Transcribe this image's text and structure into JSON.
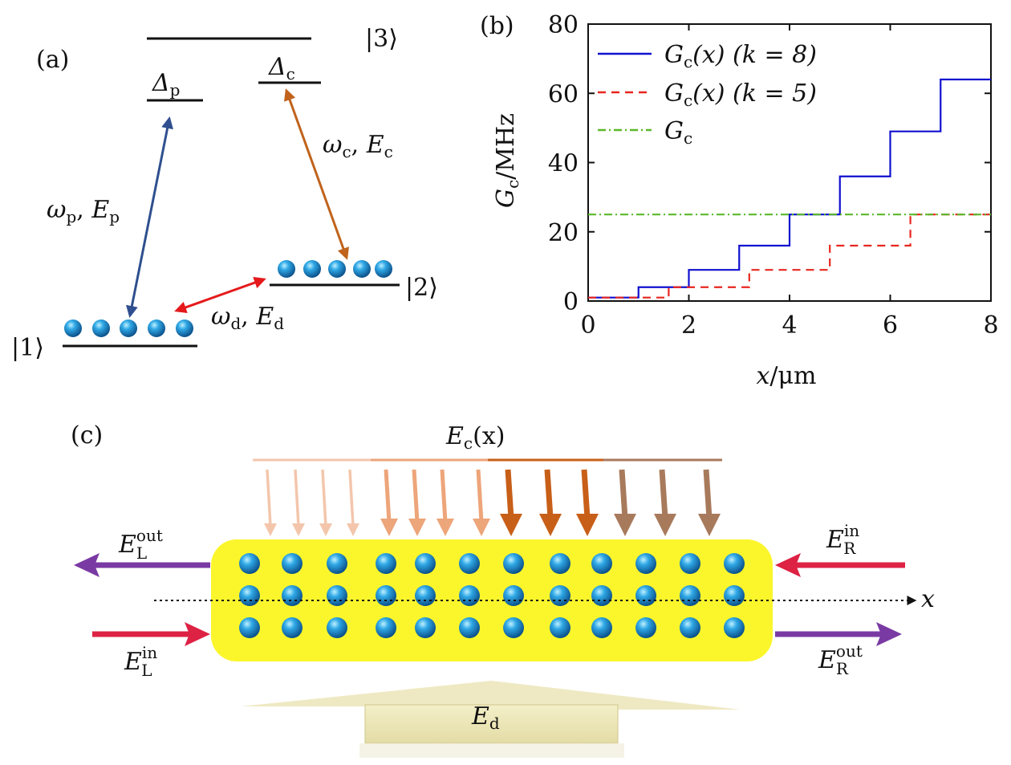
{
  "panel_a": {
    "label": "(a)",
    "states": {
      "s1": "|1⟩",
      "s2": "|2⟩",
      "s3": "|3⟩"
    },
    "detunings": {
      "p": {
        "symbol": "Δ",
        "sub": "p"
      },
      "c": {
        "symbol": "Δ",
        "sub": "c"
      }
    },
    "transitions": {
      "probe": {
        "w": "ω",
        "wsub": "p",
        "sep": ", ",
        "e": "E",
        "esub": "p",
        "color": "#2f4f8f"
      },
      "coupling": {
        "w": "ω",
        "wsub": "c",
        "sep": ", ",
        "e": "E",
        "esub": "c",
        "color": "#c0631c"
      },
      "drive": {
        "w": "ω",
        "wsub": "d",
        "sep": ", ",
        "e": "E",
        "esub": "d",
        "color": "#e5191b"
      }
    },
    "atom_color": "#1b8fd0"
  },
  "panel_b": {
    "label": "(b)",
    "ylabel": {
      "main": "G",
      "sub": "c",
      "rest": "/MHz"
    },
    "xlabel": {
      "main": "x",
      "rest": "/μm"
    },
    "legend": [
      {
        "main": "G",
        "sub": "c",
        "rest": "(x)  (k = 8)"
      },
      {
        "main": "G",
        "sub": "c",
        "rest": "(x)  (k = 5)"
      },
      {
        "main": "G",
        "sub": "c",
        "rest": ""
      }
    ]
  },
  "chart_data": {
    "type": "line",
    "title": "",
    "xlabel": "x/μm",
    "ylabel": "Gc/MHz",
    "xlim": [
      0,
      8
    ],
    "ylim": [
      0,
      80
    ],
    "xticks": [
      0,
      2,
      4,
      6,
      8
    ],
    "yticks": [
      0,
      20,
      40,
      60,
      80
    ],
    "grid": false,
    "legend_position": "top-left",
    "series": [
      {
        "name": "Gc(x) (k = 8)",
        "style": "solid",
        "color": "#1010d0",
        "x": [
          0,
          1,
          1,
          2,
          2,
          3,
          3,
          4,
          4,
          5,
          5,
          6,
          6,
          7,
          7,
          8
        ],
        "y": [
          1,
          1,
          4,
          4,
          9,
          9,
          16,
          16,
          25,
          25,
          36,
          36,
          49,
          49,
          64,
          64
        ]
      },
      {
        "name": "Gc(x) (k = 5)",
        "style": "dashed",
        "color": "#e8261f",
        "x": [
          0,
          1.6,
          1.6,
          3.2,
          3.2,
          4.8,
          4.8,
          6.4,
          6.4,
          8
        ],
        "y": [
          1,
          1,
          4,
          4,
          9,
          9,
          16,
          16,
          25,
          25
        ]
      },
      {
        "name": "Gc",
        "style": "dashdot",
        "color": "#5bb82a",
        "x": [
          0,
          8
        ],
        "y": [
          25,
          25
        ]
      }
    ]
  },
  "panel_c": {
    "label": "(c)",
    "ec": {
      "main": "E",
      "sub": "c",
      "rest": "(x)"
    },
    "ed": {
      "main": "E",
      "sub": "d"
    },
    "fields": {
      "l_out": {
        "main": "E",
        "sub": "L",
        "sup": "out"
      },
      "l_in": {
        "main": "E",
        "sub": "L",
        "sup": "in"
      },
      "r_in": {
        "main": "E",
        "sub": "R",
        "sup": "in"
      },
      "r_out": {
        "main": "E",
        "sub": "R",
        "sup": "out"
      }
    },
    "axis": "x",
    "medium_color": "#fbf62c",
    "in_color": "#dd2244",
    "out_color": "#7a3aa3",
    "ec_colors": [
      "#f3c6ac",
      "#eda57a",
      "#c85f18",
      "#a87a5c"
    ]
  }
}
